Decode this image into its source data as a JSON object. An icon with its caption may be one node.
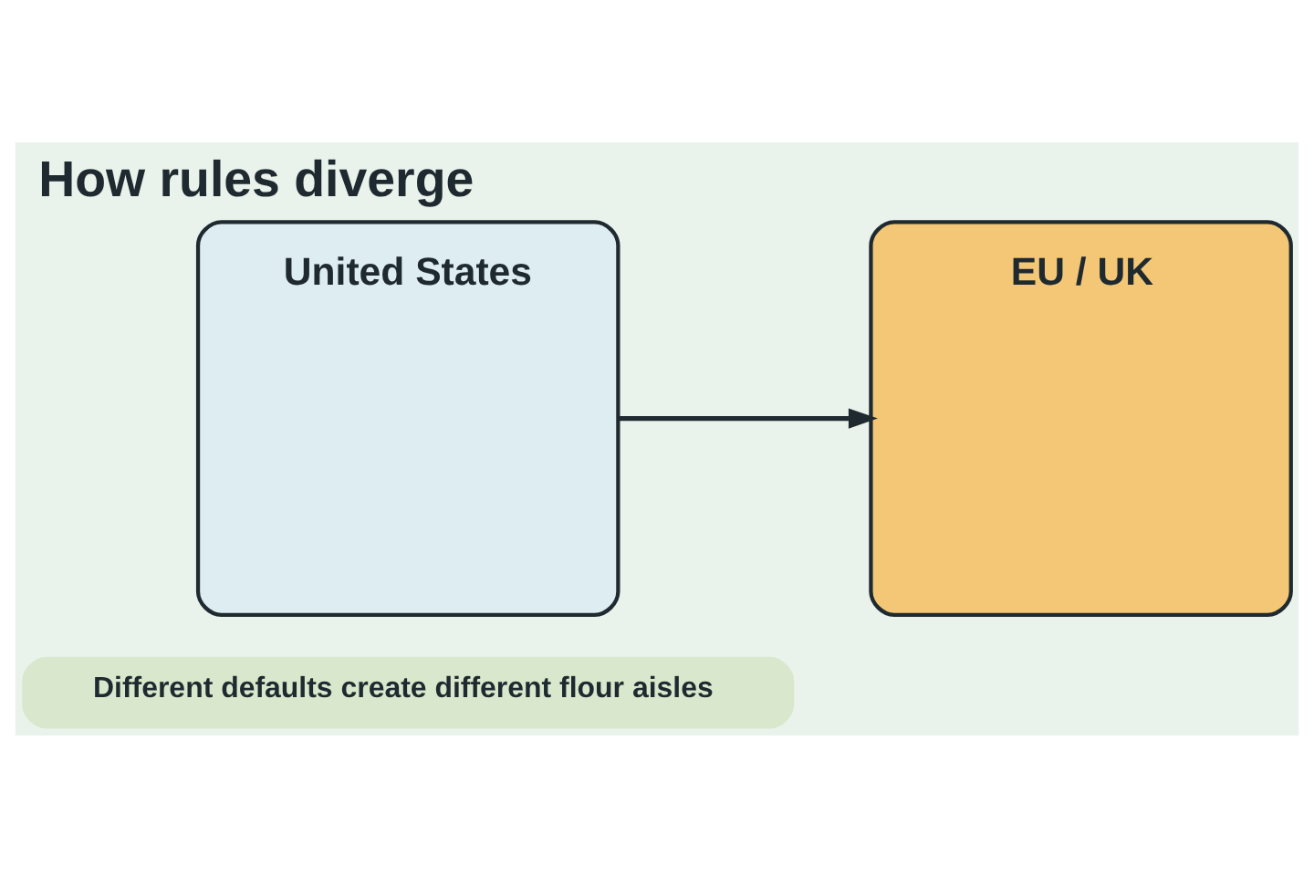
{
  "diagram": {
    "title": "How rules diverge",
    "nodes": [
      {
        "text": [
          "United States"
        ]
      },
      {
        "text": [
          "EU / UK"
        ]
      },
      {
        "text": [
          "Different defaults create different flour aisles"
        ]
      }
    ],
    "edges": [
      {
        "from": 0,
        "to": 1,
        "arrow": "to"
      }
    ]
  }
}
